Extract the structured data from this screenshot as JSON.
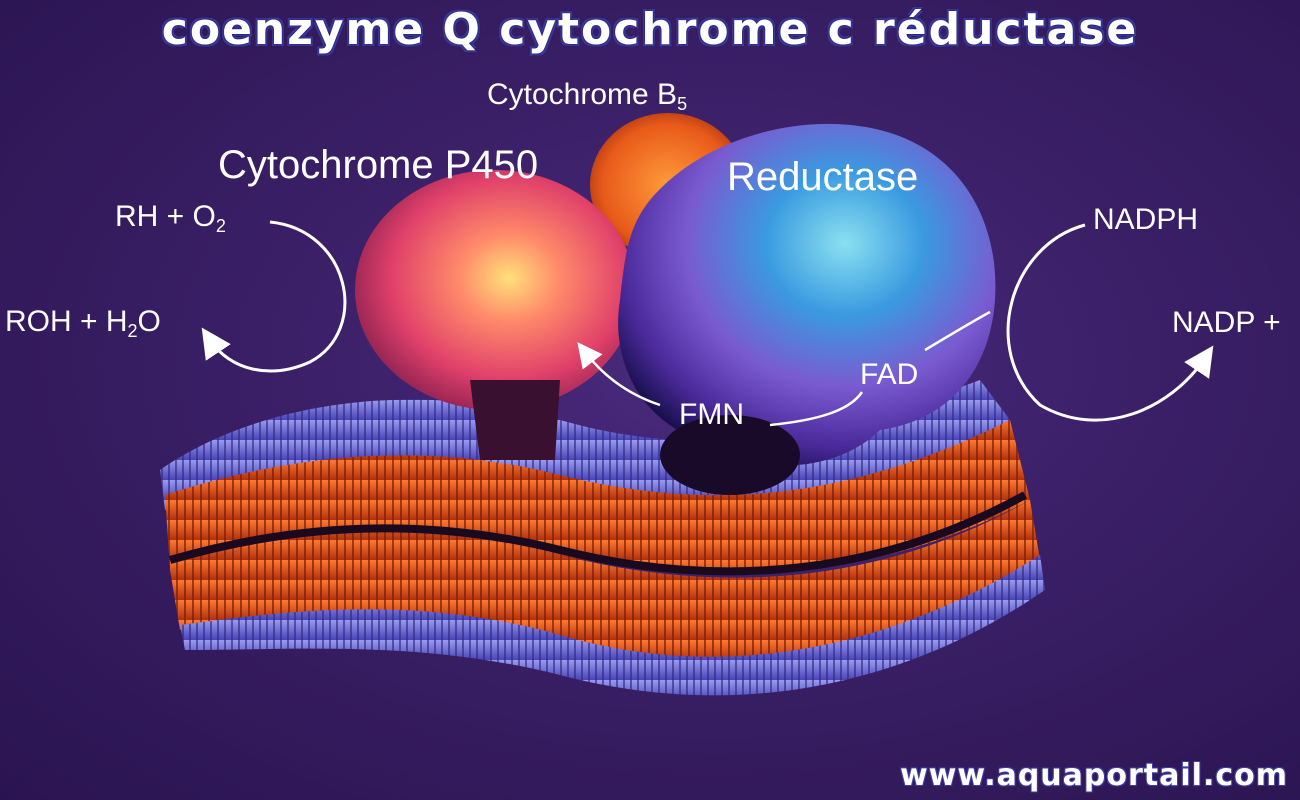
{
  "title": "coenzyme Q cytochrome c réductase",
  "labels": {
    "cytochrome_b": "Cytochrome B",
    "cytochrome_b_sub": "5",
    "cytochrome_p450": "Cytochrome P450",
    "reductase": "Reductase",
    "rh_o2_main": "RH + O",
    "rh_o2_sub": "2",
    "roh_h2o_a": "ROH + H",
    "roh_h2o_sub": "2",
    "roh_h2o_b": "O",
    "nadph": "NADPH",
    "nadp": "NADP +",
    "fad": "FAD",
    "fmn": "FMN"
  },
  "watermark": "www.aquaportail.com",
  "colors": {
    "background": "#3a1f66",
    "membrane_orange": "#e8541a",
    "membrane_blue": "#5a5ad0",
    "p450": "#e84a6a",
    "b5": "#e8662a",
    "reductase": "#3a8ad8"
  }
}
